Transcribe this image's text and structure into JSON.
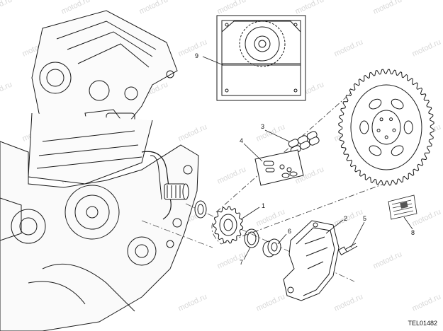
{
  "diagram": {
    "reference_code": "TEL01482",
    "watermark_text": "motod.ru",
    "callouts": [
      {
        "id": "1",
        "label": "1"
      },
      {
        "id": "2",
        "label": "2"
      },
      {
        "id": "3",
        "label": "3"
      },
      {
        "id": "4",
        "label": "4"
      },
      {
        "id": "5",
        "label": "5"
      },
      {
        "id": "6",
        "label": "6"
      },
      {
        "id": "7",
        "label": "7"
      },
      {
        "id": "8",
        "label": "8"
      },
      {
        "id": "9",
        "label": "9"
      }
    ]
  }
}
